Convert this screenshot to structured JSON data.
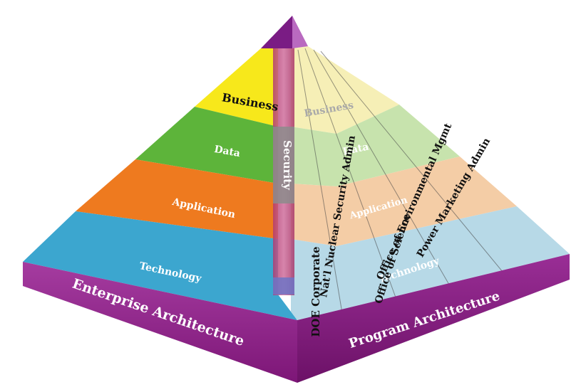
{
  "diagram": {
    "left_face": {
      "layers": [
        {
          "label": "Business",
          "color": "#f7e81b"
        },
        {
          "label": "Data",
          "color": "#5db43a"
        },
        {
          "label": "Application",
          "color": "#ee7a1f"
        },
        {
          "label": "Technology",
          "color": "#3ca6cf"
        }
      ]
    },
    "right_face": {
      "layers": [
        {
          "label": "Business",
          "color": "#f6efb6"
        },
        {
          "label": "Data",
          "color": "#c7e3ad"
        },
        {
          "label": "Application",
          "color": "#f4cda6"
        },
        {
          "label": "Technology",
          "color": "#b7d9e7"
        }
      ],
      "programs": [
        "DOE Corporate",
        "Nat'l Nuclear Security Admin",
        "Office of Science",
        "Office of Environmental Mgmt",
        "Power Marketing Admin"
      ]
    },
    "security_label": "Security",
    "base": {
      "left_label": "Enterprise Architecture",
      "right_label": "Program Architecture",
      "color": "#8e1f86"
    },
    "apex_color": "#7a1c84"
  }
}
